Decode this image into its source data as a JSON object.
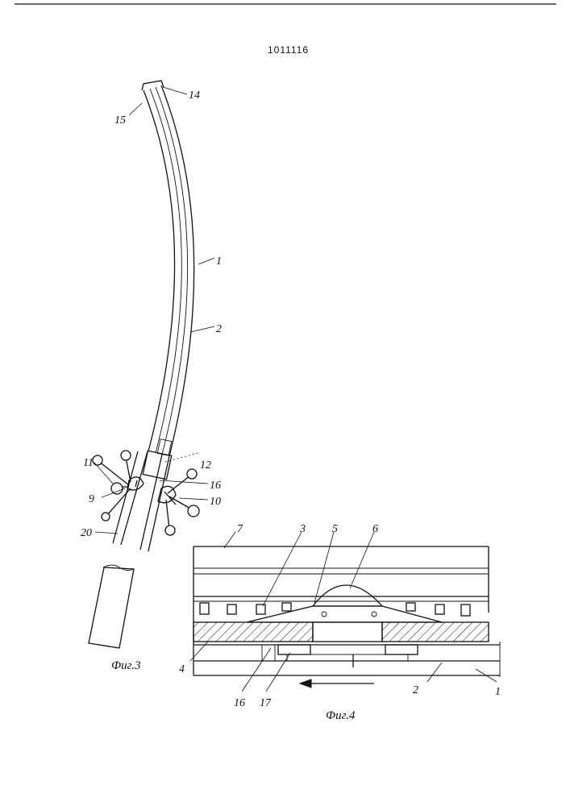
{
  "patent_number": "1011116",
  "fig3": {
    "caption": "Фиг.3",
    "labels": {
      "l14": "14",
      "l15": "15",
      "l1": "1",
      "l2": "2",
      "l12": "12",
      "l11": "11",
      "l16": "16",
      "l9": "9",
      "l10": "10",
      "l20": "20"
    }
  },
  "fig4": {
    "caption": "Фиг.4",
    "labels": {
      "l7": "7",
      "l3": "3",
      "l5": "5",
      "l6": "6",
      "l4": "4",
      "l16": "16",
      "l17": "17",
      "l2": "2",
      "l1": "1"
    },
    "arrow": "direction-left-arrow"
  }
}
